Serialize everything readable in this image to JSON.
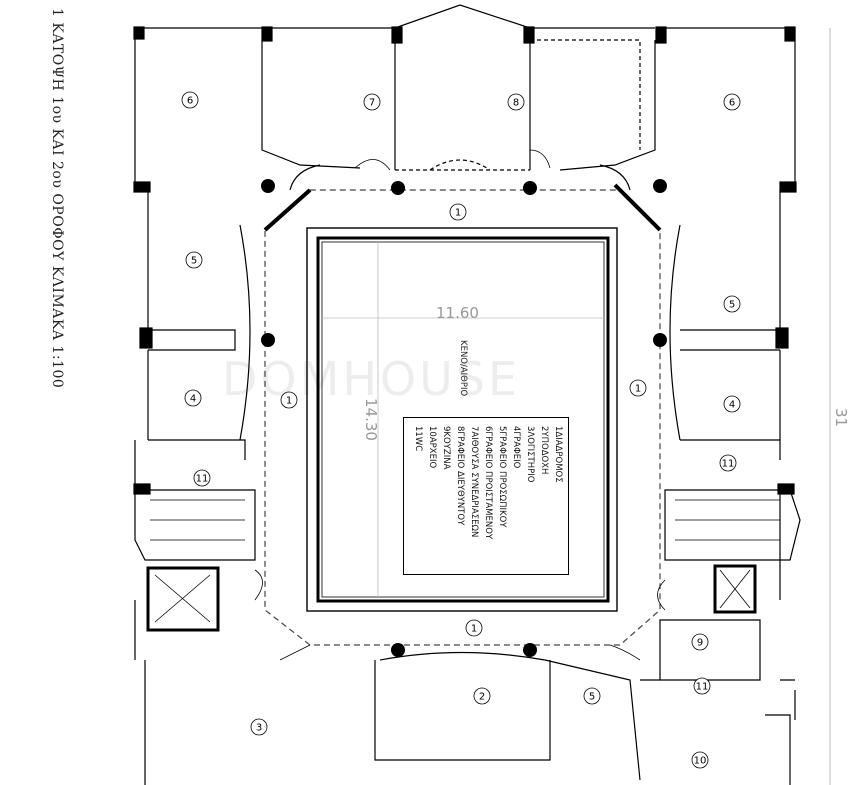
{
  "title": "1  ΚΑΤΟΨΗ 1ου  ΚΑΙ 2ου  ΟΡΟΦΟΥ  ΚΛΙΜΑΚΑ 1:100",
  "void_label": "ΚΕΝΟ/ΑΙΘΡΙΟ",
  "watermark": "DOMHOUSE",
  "dimensions": {
    "width": "11.60",
    "depth": "14.30",
    "overall": "31"
  },
  "legend": [
    {
      "num": "1",
      "label": "ΔΙΑΔΡΟΜΟΣ"
    },
    {
      "num": "2",
      "label": "ΥΠΟΔΟΧΗ"
    },
    {
      "num": "3",
      "label": "ΛΟΓΙΣΤΗΡΙΟ"
    },
    {
      "num": "4",
      "label": "ΓΡΑΦΕΙΟ"
    },
    {
      "num": "5",
      "label": "ΓΡΑΦΕΙΟ ΠΡΟΣΩΠΙΚΟΥ"
    },
    {
      "num": "6",
      "label": "ΓΡΑΦΕΙΟ ΠΡΟΙΣΤΑΜΕΝΟΥ"
    },
    {
      "num": "7",
      "label": "ΑΙΘΟΥΣΑ ΣΥΝΕΔΡΙΑΣΕΩΝ"
    },
    {
      "num": "8",
      "label": "ΓΡΑΦΕΙΟ ΔΙΕΥΘΥΝΤΟΥ"
    },
    {
      "num": "9",
      "label": "ΚΟΥΖΙΝΑ"
    },
    {
      "num": "10",
      "label": "ΑΡΧΕΙΟ"
    },
    {
      "num": "11",
      "label": "WC"
    }
  ],
  "room_tags": [
    "6",
    "7",
    "8",
    "6",
    "5",
    "5",
    "4",
    "4",
    "1",
    "1",
    "1",
    "1",
    "11",
    "11",
    "9",
    "11",
    "2",
    "5",
    "3",
    "10"
  ]
}
